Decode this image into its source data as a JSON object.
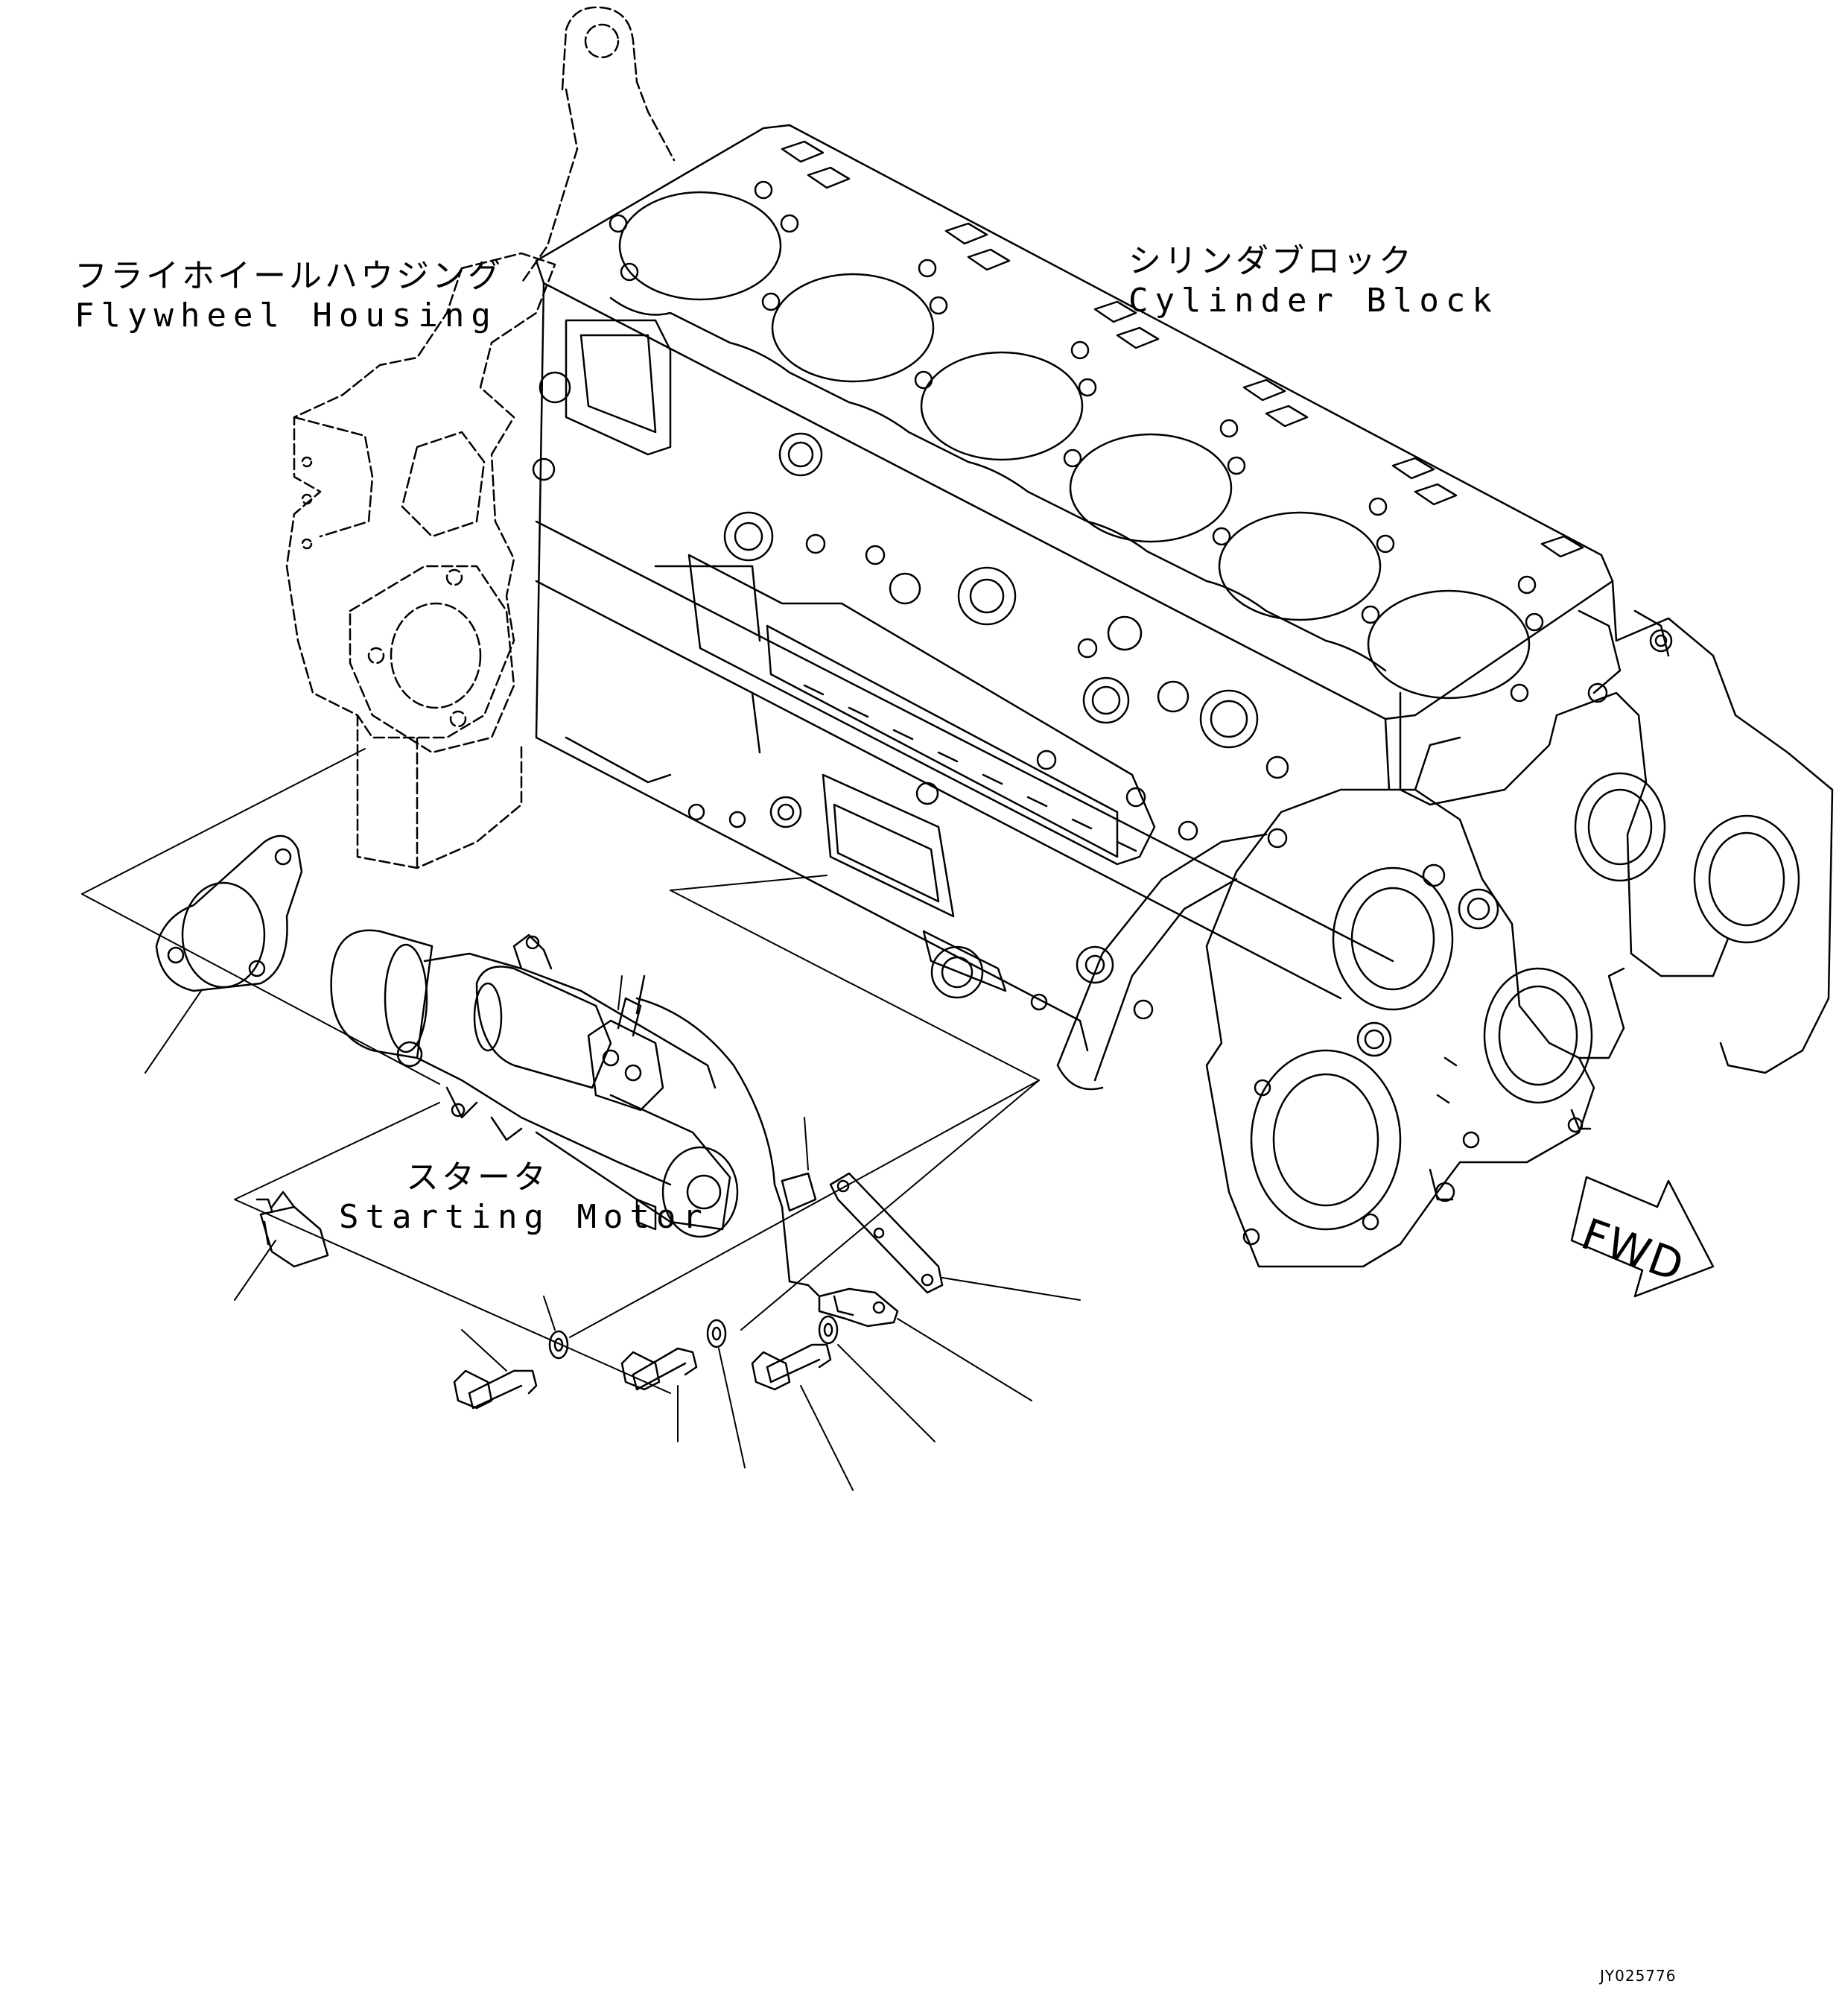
{
  "labels": {
    "flywheel_housing": {
      "jp": "フライホイールハウジング",
      "en": "Flywheel Housing"
    },
    "cylinder_block": {
      "jp": "シリンダブロック",
      "en": "Cylinder Block"
    },
    "starting_motor": {
      "jp": "スタータ",
      "en": "Starting Motor"
    }
  },
  "direction": {
    "text": "FWD"
  },
  "drawing_id": "JY025776",
  "colors": {
    "line": "#000000",
    "background": "#ffffff"
  }
}
